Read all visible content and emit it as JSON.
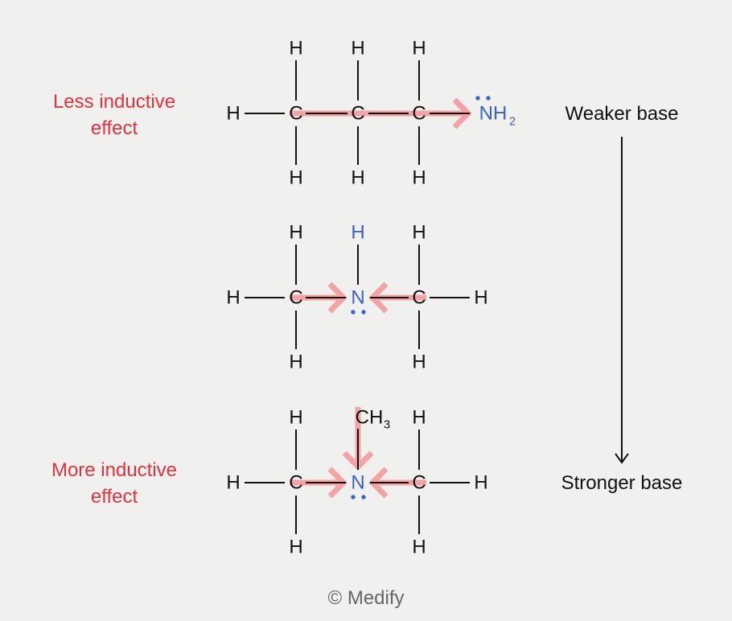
{
  "labels": {
    "less_inductive": [
      "Less inductive",
      "effect"
    ],
    "more_inductive": [
      "More inductive",
      "effect"
    ],
    "weaker_base": "Weaker base",
    "stronger_base": "Stronger base",
    "copyright": "© Medify"
  },
  "atoms": {
    "H": "H",
    "C": "C",
    "N": "N",
    "NH": "NH",
    "sub2": "2",
    "CH": "CH",
    "sub3": "3"
  },
  "colors": {
    "inductive_arrow": "#f3a3a3",
    "nitrogen": "#3b63c4",
    "label_red": "#e0333d"
  }
}
